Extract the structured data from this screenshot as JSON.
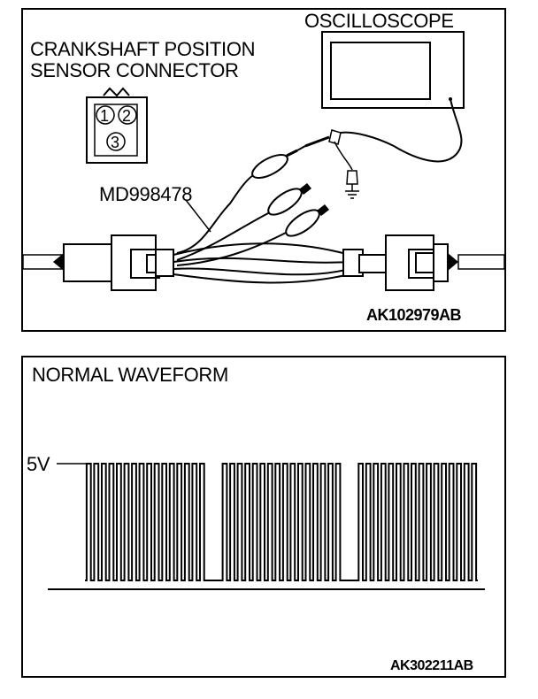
{
  "connection_figure": {
    "oscilloscope_label": "OSCILLOSCOPE",
    "connector_label_line1": "CRANKSHAFT POSITION",
    "connector_label_line2": "SENSOR CONNECTOR",
    "pins": [
      "1",
      "2",
      "3"
    ],
    "harness_label": "MD998478",
    "figure_code": "AK102979AB"
  },
  "waveform_figure": {
    "title": "NORMAL WAVEFORM",
    "voltage_label": "5V",
    "figure_code": "AK302211AB",
    "pulse_sequence": [
      1,
      1,
      1,
      1,
      1,
      1,
      1,
      1,
      1,
      1,
      1,
      1,
      1,
      1,
      1,
      1,
      0,
      0,
      1,
      1,
      1,
      1,
      1,
      1,
      1,
      1,
      1,
      1,
      1,
      1,
      1,
      1,
      1,
      1,
      0,
      0,
      1,
      1,
      1,
      1,
      1,
      1,
      1,
      1,
      1,
      1,
      1,
      1,
      1,
      1,
      1,
      1
    ]
  },
  "colors": {
    "line": "#000000",
    "background": "#ffffff"
  }
}
